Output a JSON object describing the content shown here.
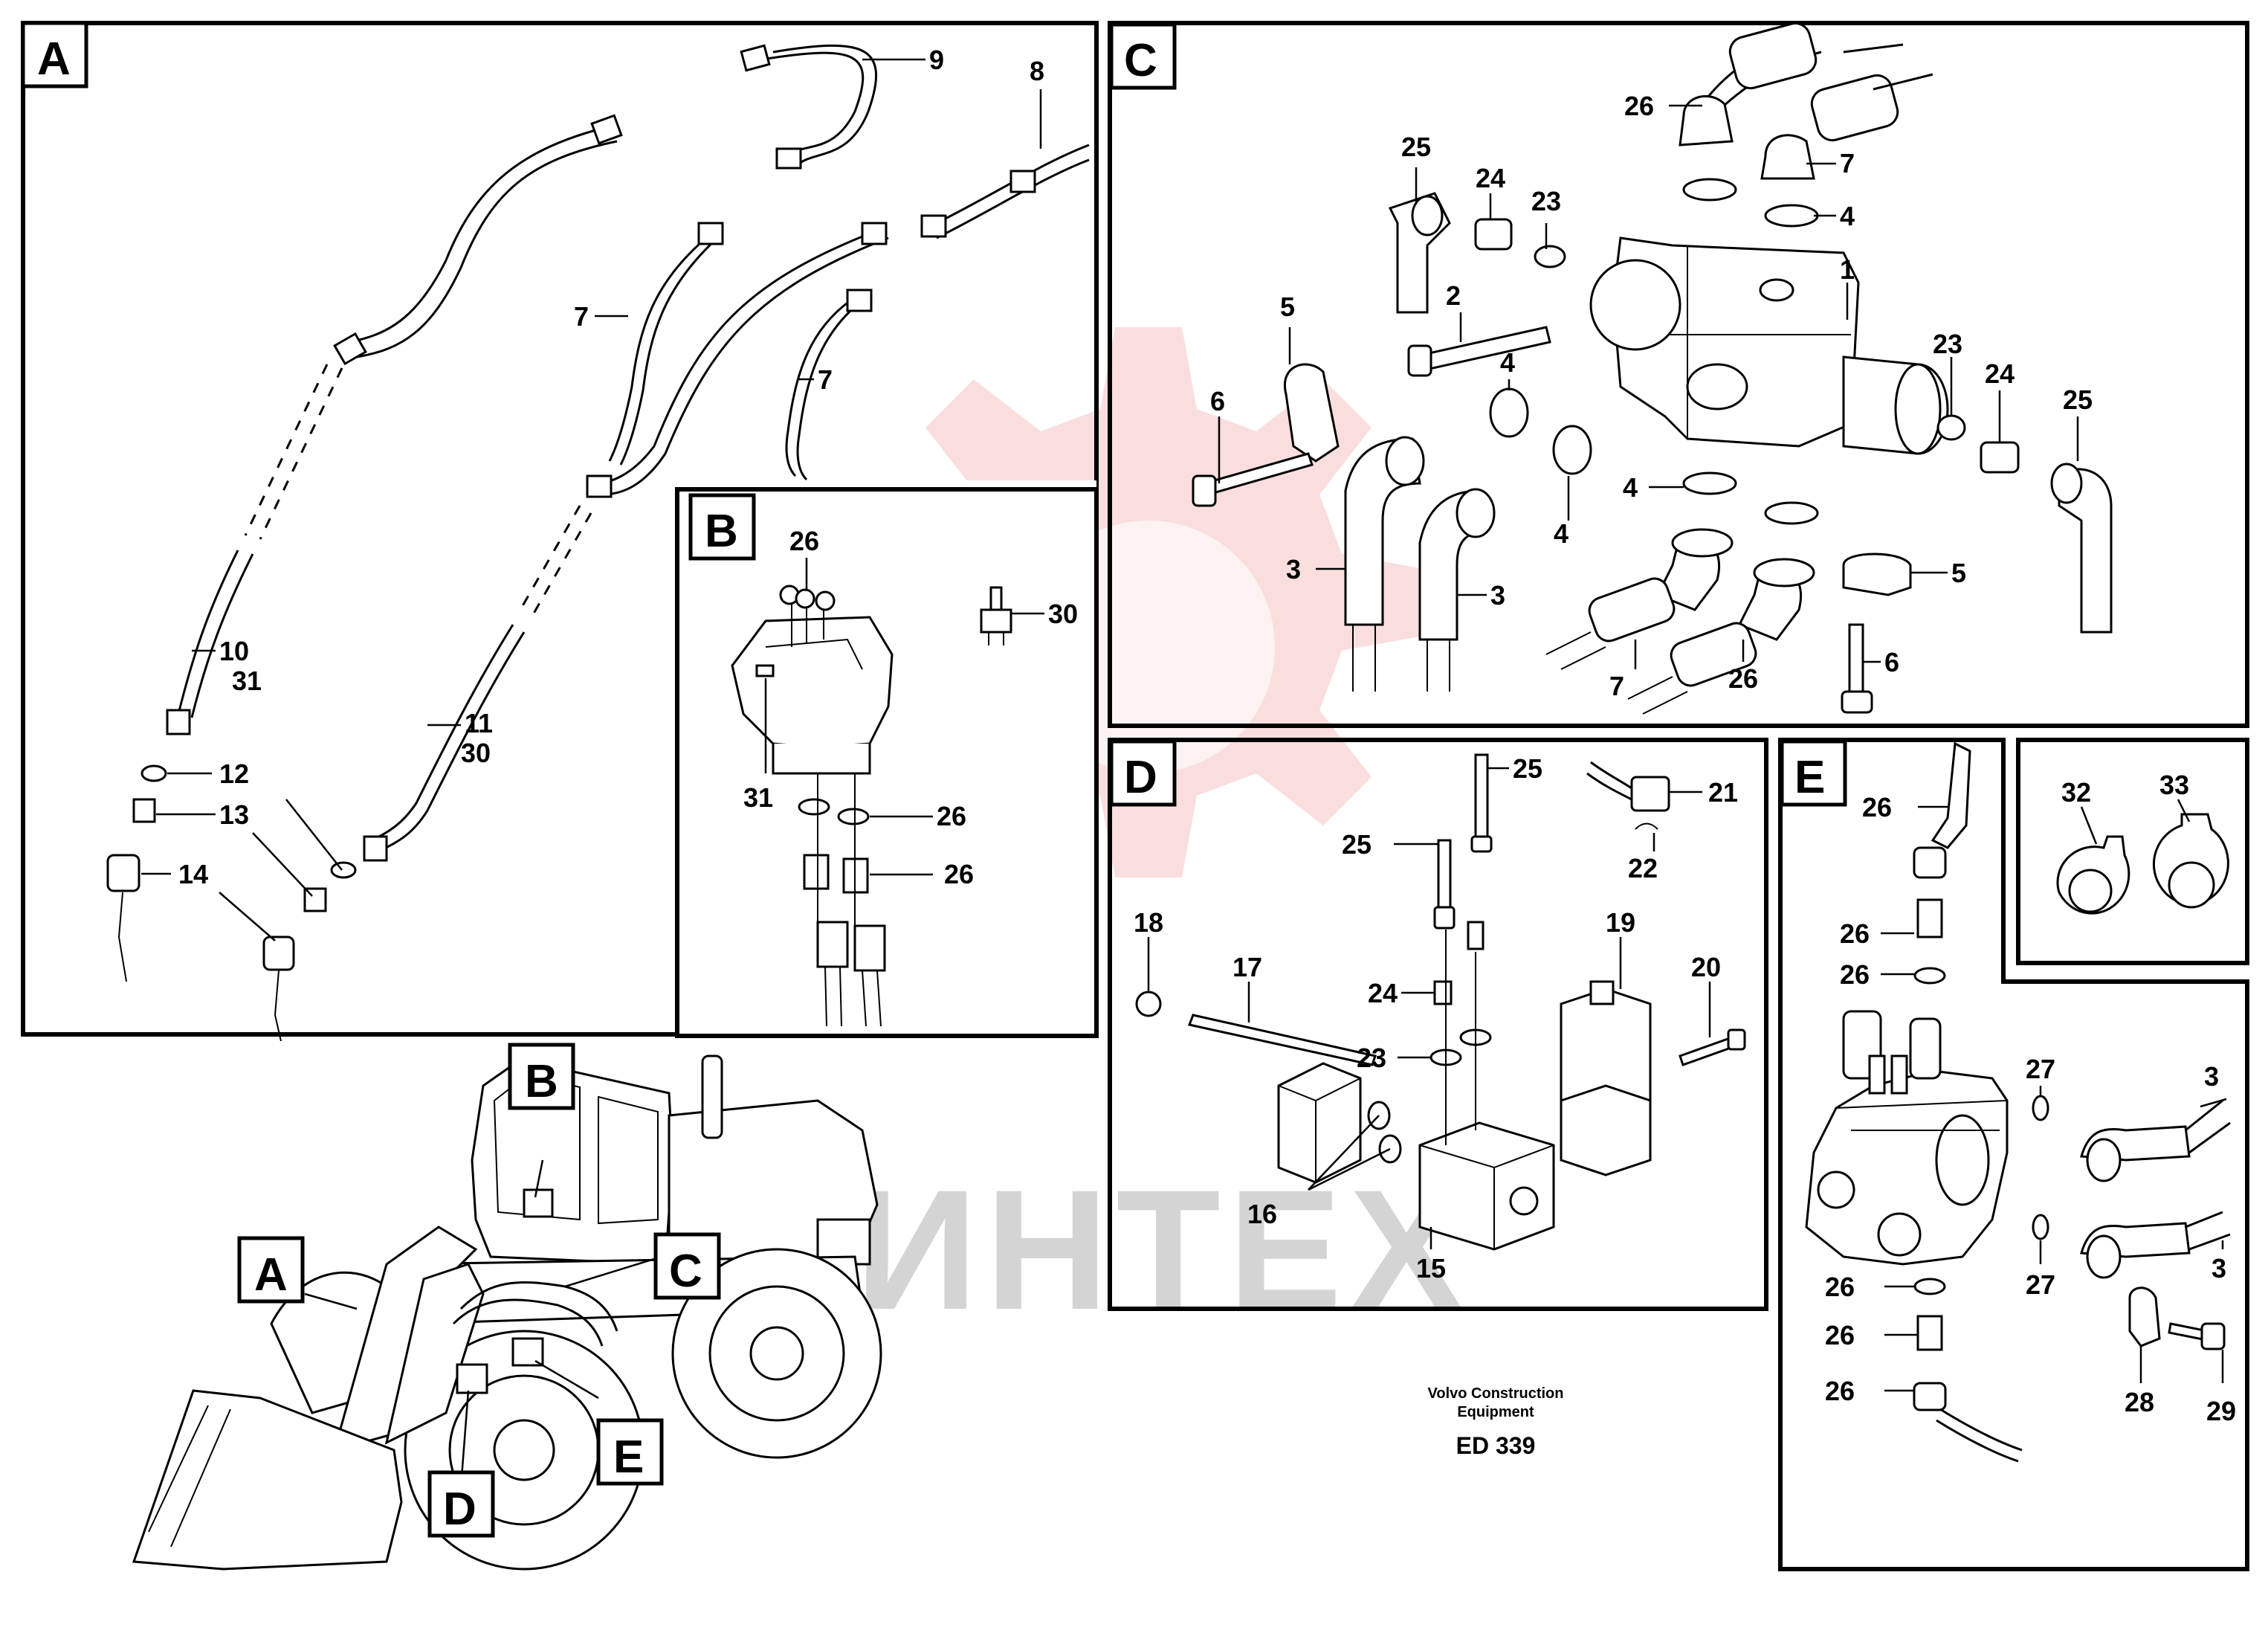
{
  "sections": {
    "A": {
      "tag": "A",
      "labels": {
        "l9": "9",
        "l8": "8",
        "l7a": "7",
        "l7b": "7",
        "l10": "10",
        "l31": "31",
        "l11": "11",
        "l30": "30",
        "l12": "12",
        "l13": "13",
        "l14": "14"
      }
    },
    "B": {
      "tag": "B",
      "labels": {
        "l26a": "26",
        "l30": "30",
        "l31": "31",
        "l26b": "26",
        "l26c": "26"
      }
    },
    "C": {
      "tag": "C",
      "labels": {
        "l26a": "26",
        "l7a": "7",
        "l4a": "4",
        "l25a": "25",
        "l24a": "24",
        "l23a": "23",
        "l1": "1",
        "l5a": "5",
        "l2": "2",
        "l4b": "4",
        "l23b": "23",
        "l24b": "24",
        "l25b": "25",
        "l6a": "6",
        "l4c": "4",
        "l4d": "4",
        "l3a": "3",
        "l3b": "3",
        "l5b": "5",
        "l6b": "6",
        "l7b": "7",
        "l26b": "26"
      }
    },
    "D": {
      "tag": "D",
      "labels": {
        "l25a": "25",
        "l21": "21",
        "l25b": "25",
        "l22": "22",
        "l18": "18",
        "l17": "17",
        "l19": "19",
        "l20": "20",
        "l24": "24",
        "l23": "23",
        "l16": "16",
        "l15": "15"
      }
    },
    "E": {
      "tag": "E",
      "labels": {
        "l26a": "26",
        "l26b": "26",
        "l26c": "26",
        "l27a": "27",
        "l3a": "3",
        "l27b": "27",
        "l3b": "3",
        "l26d": "26",
        "l26e": "26",
        "l26f": "26",
        "l28": "28",
        "l29": "29"
      }
    },
    "F": {
      "labels": {
        "l32": "32",
        "l33": "33"
      }
    }
  },
  "overview": {
    "tags": {
      "A": "A",
      "B": "B",
      "C": "C",
      "D": "D",
      "E": "E"
    }
  },
  "footer": {
    "line1": "Volvo Construction",
    "line2": "Equipment",
    "code": "ED 339"
  },
  "watermark": {
    "text": "ИНТЕХ"
  },
  "colors": {
    "watermark_red": "#e06060",
    "line": "#000000"
  }
}
